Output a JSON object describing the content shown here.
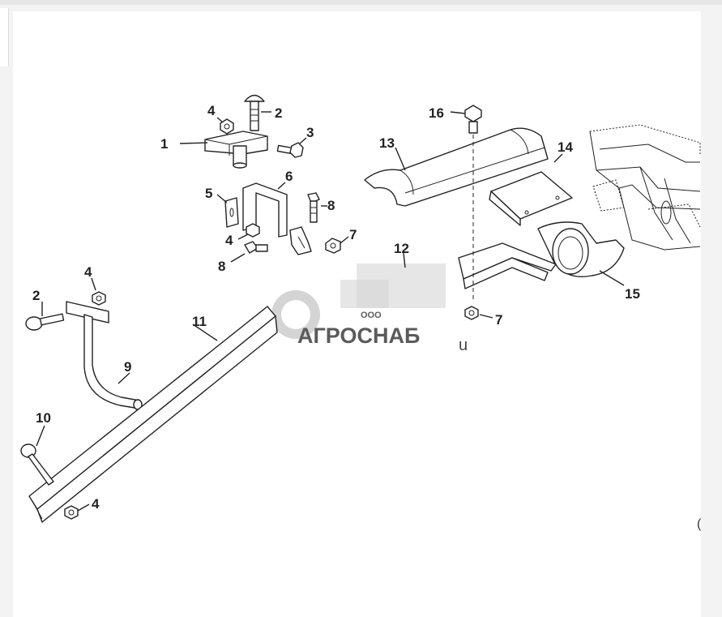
{
  "diagram": {
    "callouts": {
      "c1": "1",
      "c2a": "2",
      "c2b": "2",
      "c3": "3",
      "c4a": "4",
      "c4b": "4",
      "c4c": "4",
      "c4d": "4",
      "c5": "5",
      "c6": "6",
      "c7a": "7",
      "c7b": "7",
      "c8a": "8",
      "c8b": "8",
      "c9": "9",
      "c10": "10",
      "c11": "11",
      "c12": "12",
      "c13": "13",
      "c14": "14",
      "c15": "15",
      "c16": "16"
    },
    "watermark": {
      "company_prefix": "ООО",
      "company_name": "АГРОСНАБ",
      "suffix": "u"
    },
    "edge_text": "(",
    "colors": {
      "line": "#222222",
      "watermark": "#d0d0d0"
    }
  }
}
